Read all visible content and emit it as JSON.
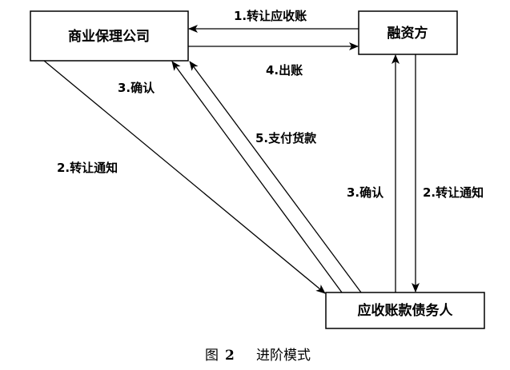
{
  "nodes": {
    "factor": "商业保理公司",
    "financier": "融资方",
    "debtor": "应收账款债务人"
  },
  "edges": {
    "transfer_receivable": "1.转让应收账",
    "billing": "4.出账",
    "confirm_left": "3.确认",
    "payment": "5.支付货款",
    "notice_left": "2.转让通知",
    "confirm_right": "3.确认",
    "notice_right": "2.转让通知"
  },
  "caption": {
    "prefix": "图",
    "number": "2",
    "title": "进阶模式"
  },
  "colors": {
    "stroke": "#000000",
    "background": "#ffffff"
  }
}
